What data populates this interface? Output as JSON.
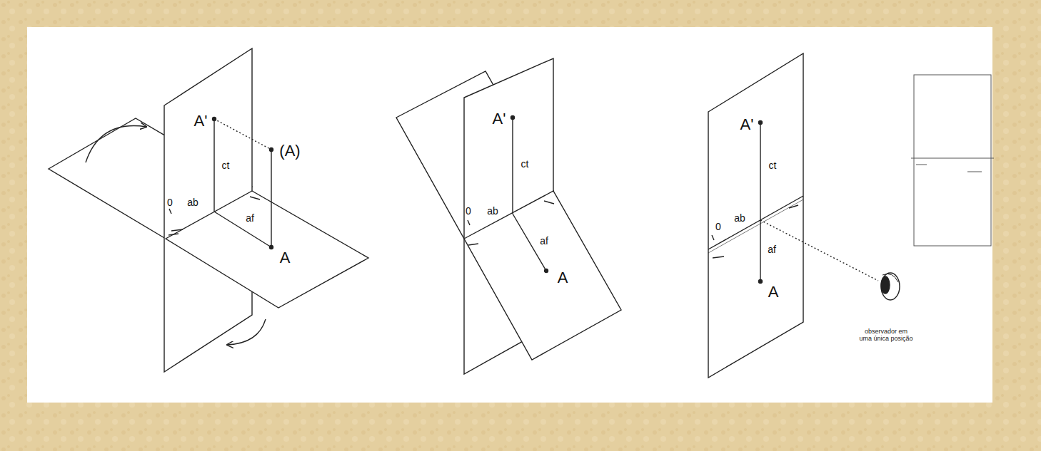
{
  "diagram": {
    "labels": [
      "A'",
      "ct",
      "(A)",
      "0",
      "ab",
      "af",
      "A",
      "A'",
      "ct",
      "0",
      "ab",
      "af",
      "A",
      "A'",
      "ct",
      "0",
      "ab",
      "af",
      "A",
      "observador em uma única posição"
    ]
  }
}
